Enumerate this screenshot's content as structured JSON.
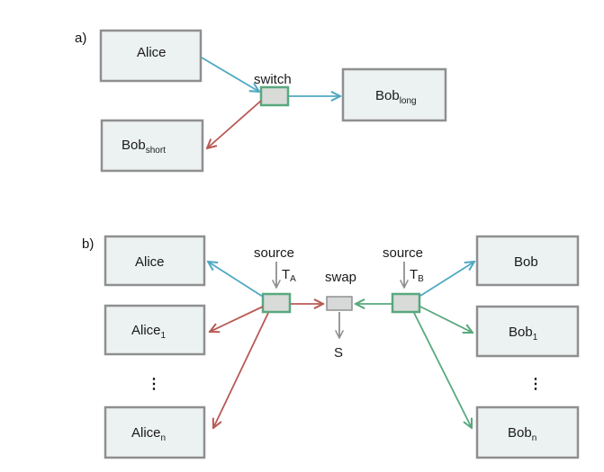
{
  "panel_a": {
    "label": "a)",
    "alice": "Alice",
    "switch": "switch",
    "bob_long": {
      "base": "Bob",
      "sub": "long"
    },
    "bob_short": {
      "base": "Bob",
      "sub": "short"
    }
  },
  "panel_b": {
    "label": "b)",
    "left": {
      "alice": "Alice",
      "alice_1": {
        "base": "Alice",
        "sub": "1"
      },
      "dots": "⋮",
      "alice_n": {
        "base": "Alice",
        "sub": "n"
      }
    },
    "right": {
      "bob": "Bob",
      "bob_1": {
        "base": "Bob",
        "sub": "1"
      },
      "dots": "⋮",
      "bob_n": {
        "base": "Bob",
        "sub": "n"
      }
    },
    "source_a": {
      "label": "source",
      "time": {
        "base": "T",
        "sub": "A"
      }
    },
    "source_b": {
      "label": "source",
      "time": {
        "base": "T",
        "sub": "B"
      }
    },
    "swap": {
      "label": "swap",
      "time": "S"
    }
  },
  "colors": {
    "blue": "#4fa9c3",
    "red": "#b85a55",
    "green": "#58a87e",
    "gray": "#8f8f8f"
  }
}
